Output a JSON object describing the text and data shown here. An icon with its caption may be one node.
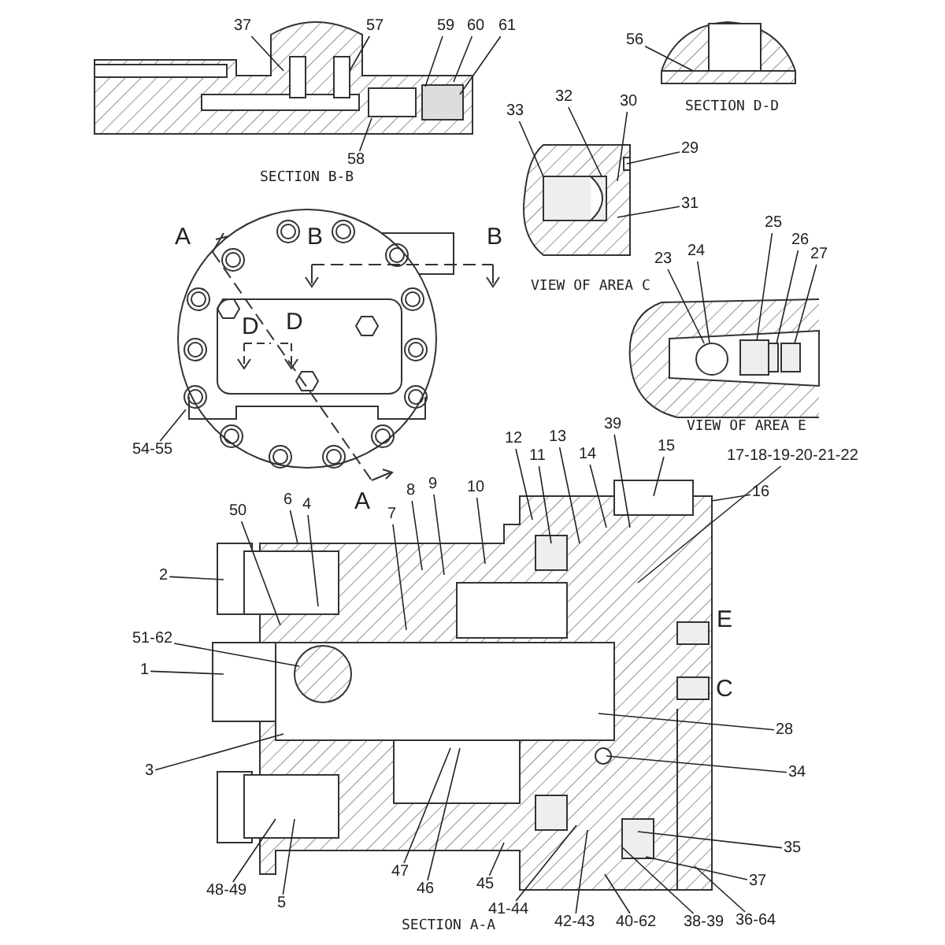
{
  "diagram": {
    "nodes": [
      {
        "text": [
          "37"
        ]
      },
      {
        "text": [
          "57"
        ]
      },
      {
        "text": [
          "59"
        ]
      },
      {
        "text": [
          "60"
        ]
      },
      {
        "text": [
          "61"
        ]
      },
      {
        "text": [
          "58"
        ]
      },
      {
        "text": [
          "56"
        ]
      },
      {
        "text": [
          "33"
        ]
      },
      {
        "text": [
          "32"
        ]
      },
      {
        "text": [
          "30"
        ]
      },
      {
        "text": [
          "29"
        ]
      },
      {
        "text": [
          "31"
        ]
      },
      {
        "text": [
          "23"
        ]
      },
      {
        "text": [
          "24"
        ]
      },
      {
        "text": [
          "25"
        ]
      },
      {
        "text": [
          "26"
        ]
      },
      {
        "text": [
          "27"
        ]
      },
      {
        "text": [
          "54-55"
        ]
      },
      {
        "text": [
          "12"
        ]
      },
      {
        "text": [
          "11"
        ]
      },
      {
        "text": [
          "13"
        ]
      },
      {
        "text": [
          "14"
        ]
      },
      {
        "text": [
          "39"
        ]
      },
      {
        "text": [
          "15"
        ]
      },
      {
        "text": [
          "17-18-19-20-21-22"
        ]
      },
      {
        "text": [
          "16"
        ]
      },
      {
        "text": [
          "50"
        ]
      },
      {
        "text": [
          "6"
        ]
      },
      {
        "text": [
          "4"
        ]
      },
      {
        "text": [
          "8"
        ]
      },
      {
        "text": [
          "9"
        ]
      },
      {
        "text": [
          "7"
        ]
      },
      {
        "text": [
          "10"
        ]
      },
      {
        "text": [
          "2"
        ]
      },
      {
        "text": [
          "51-62"
        ]
      },
      {
        "text": [
          "1"
        ]
      },
      {
        "text": [
          "3"
        ]
      },
      {
        "text": [
          "28"
        ]
      },
      {
        "text": [
          "34"
        ]
      },
      {
        "text": [
          "35"
        ]
      },
      {
        "text": [
          "37"
        ]
      },
      {
        "text": [
          "48-49"
        ]
      },
      {
        "text": [
          "5"
        ]
      },
      {
        "text": [
          "47"
        ]
      },
      {
        "text": [
          "46"
        ]
      },
      {
        "text": [
          "45"
        ]
      },
      {
        "text": [
          "41-44"
        ]
      },
      {
        "text": [
          "42-43"
        ]
      },
      {
        "text": [
          "40-62"
        ]
      },
      {
        "text": [
          "38-39"
        ]
      },
      {
        "text": [
          "36-64"
        ]
      },
      {
        "text": [],
        "shape": "circle"
      },
      {
        "text": [],
        "shape": "box"
      },
      {
        "text": [],
        "shape": "box"
      },
      {
        "text": [],
        "shape": "box"
      }
    ],
    "edges": [
      {
        "from": 0,
        "to": null,
        "arrow": "none"
      },
      {
        "from": 1,
        "to": null,
        "arrow": "none"
      },
      {
        "from": 2,
        "to": null,
        "arrow": "none"
      },
      {
        "from": 3,
        "to": null,
        "arrow": "none"
      },
      {
        "from": 4,
        "to": null,
        "arrow": "none"
      },
      {
        "from": 5,
        "to": null,
        "arrow": "none"
      },
      {
        "from": 6,
        "to": null,
        "arrow": "none"
      },
      {
        "from": 7,
        "to": null,
        "arrow": "none"
      },
      {
        "from": 8,
        "to": null,
        "arrow": "none"
      },
      {
        "from": 9,
        "to": null,
        "arrow": "none"
      },
      {
        "from": 10,
        "to": null,
        "arrow": "none"
      },
      {
        "from": 11,
        "to": null,
        "arrow": "none"
      },
      {
        "from": 12,
        "to": 51,
        "arrow": "none"
      },
      {
        "from": 13,
        "to": 51,
        "arrow": "none"
      },
      {
        "from": 14,
        "to": 52,
        "arrow": "none"
      },
      {
        "from": 15,
        "to": 53,
        "arrow": "none"
      },
      {
        "from": 16,
        "to": 54,
        "arrow": "none"
      },
      {
        "from": 17,
        "to": null,
        "arrow": "none"
      },
      {
        "from": 18,
        "to": null,
        "arrow": "none"
      },
      {
        "from": 19,
        "to": null,
        "arrow": "none"
      },
      {
        "from": 20,
        "to": null,
        "arrow": "none"
      },
      {
        "from": 21,
        "to": null,
        "arrow": "none"
      },
      {
        "from": 22,
        "to": null,
        "arrow": "none"
      },
      {
        "from": 23,
        "to": null,
        "arrow": "none"
      },
      {
        "from": 24,
        "to": null,
        "arrow": "none"
      },
      {
        "from": 25,
        "to": null,
        "arrow": "none"
      },
      {
        "from": 26,
        "to": null,
        "arrow": "none"
      },
      {
        "from": 27,
        "to": null,
        "arrow": "none"
      },
      {
        "from": 28,
        "to": null,
        "arrow": "none"
      },
      {
        "from": 29,
        "to": null,
        "arrow": "none"
      },
      {
        "from": 30,
        "to": null,
        "arrow": "none"
      },
      {
        "from": 31,
        "to": null,
        "arrow": "none"
      },
      {
        "from": 32,
        "to": null,
        "arrow": "none"
      },
      {
        "from": 33,
        "to": null,
        "arrow": "none"
      },
      {
        "from": 34,
        "to": null,
        "arrow": "none"
      },
      {
        "from": 35,
        "to": null,
        "arrow": "none"
      },
      {
        "from": 36,
        "to": null,
        "arrow": "none"
      },
      {
        "from": 37,
        "to": null,
        "arrow": "none"
      },
      {
        "from": 38,
        "to": null,
        "arrow": "none"
      },
      {
        "from": 39,
        "to": null,
        "arrow": "none"
      },
      {
        "from": 40,
        "to": null,
        "arrow": "none"
      },
      {
        "from": 41,
        "to": null,
        "arrow": "none"
      },
      {
        "from": 42,
        "to": null,
        "arrow": "none"
      },
      {
        "from": 43,
        "to": null,
        "arrow": "none"
      },
      {
        "from": 44,
        "to": null,
        "arrow": "none"
      },
      {
        "from": 45,
        "to": null,
        "arrow": "none"
      },
      {
        "from": 46,
        "to": null,
        "arrow": "none"
      },
      {
        "from": 47,
        "to": null,
        "arrow": "none"
      },
      {
        "from": 48,
        "to": null,
        "arrow": "none"
      },
      {
        "from": 49,
        "to": null,
        "arrow": "none"
      },
      {
        "from": 50,
        "to": null,
        "arrow": "none"
      }
    ],
    "labels": [
      "SECTION B-B",
      "SECTION D-D",
      "VIEW OF AREA C",
      "A",
      "B",
      "B",
      "D",
      "D",
      "VIEW OF AREA E",
      "A",
      "E",
      "C",
      "SECTION A-A"
    ]
  }
}
